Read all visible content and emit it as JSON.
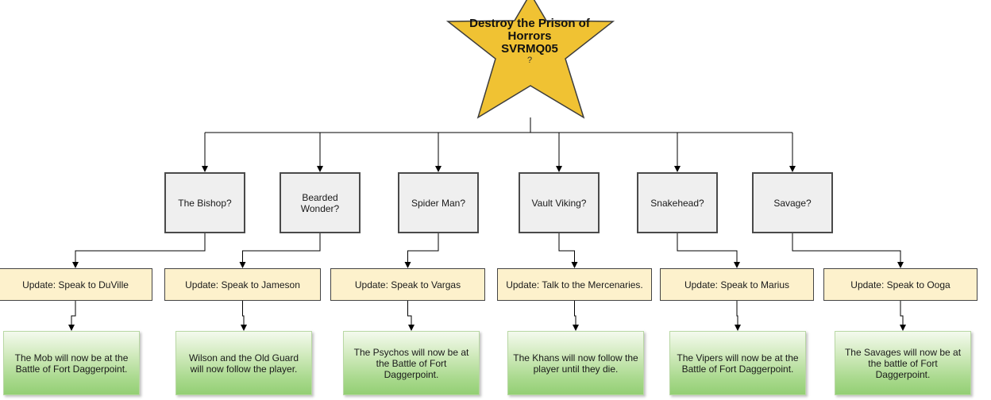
{
  "quest": {
    "title_line1": "Destroy the Prison of",
    "title_line2": "Horrors",
    "code": "SVRMQ05",
    "note": "?"
  },
  "colors": {
    "star_fill": "#f0c233",
    "choice_fill": "#efefef",
    "update_fill": "#fdf1cc",
    "outcome_fill": "#a9d98d",
    "line": "#000000"
  },
  "branches": [
    {
      "choice": "The Bishop?",
      "update": "Update: Speak to DuVille",
      "outcome": "The Mob will now be at the Battle of Fort Daggerpoint."
    },
    {
      "choice": "Bearded Wonder?",
      "update": "Update: Speak to Jameson",
      "outcome": "Wilson and the Old Guard will now follow the player."
    },
    {
      "choice": "Spider Man?",
      "update": "Update: Speak to Vargas",
      "outcome": "The Psychos will now be at the Battle of Fort Daggerpoint."
    },
    {
      "choice": "Vault Viking?",
      "update": "Update: Talk to the Mercenaries.",
      "outcome": "The Khans will now follow the player until they die."
    },
    {
      "choice": "Snakehead?",
      "update": "Update: Speak to Marius",
      "outcome": "The Vipers will now be at the Battle of Fort Daggerpoint."
    },
    {
      "choice": "Savage?",
      "update": "Update: Speak to Ooga",
      "outcome": "The Savages will now be at the battle of Fort Daggerpoint."
    }
  ]
}
